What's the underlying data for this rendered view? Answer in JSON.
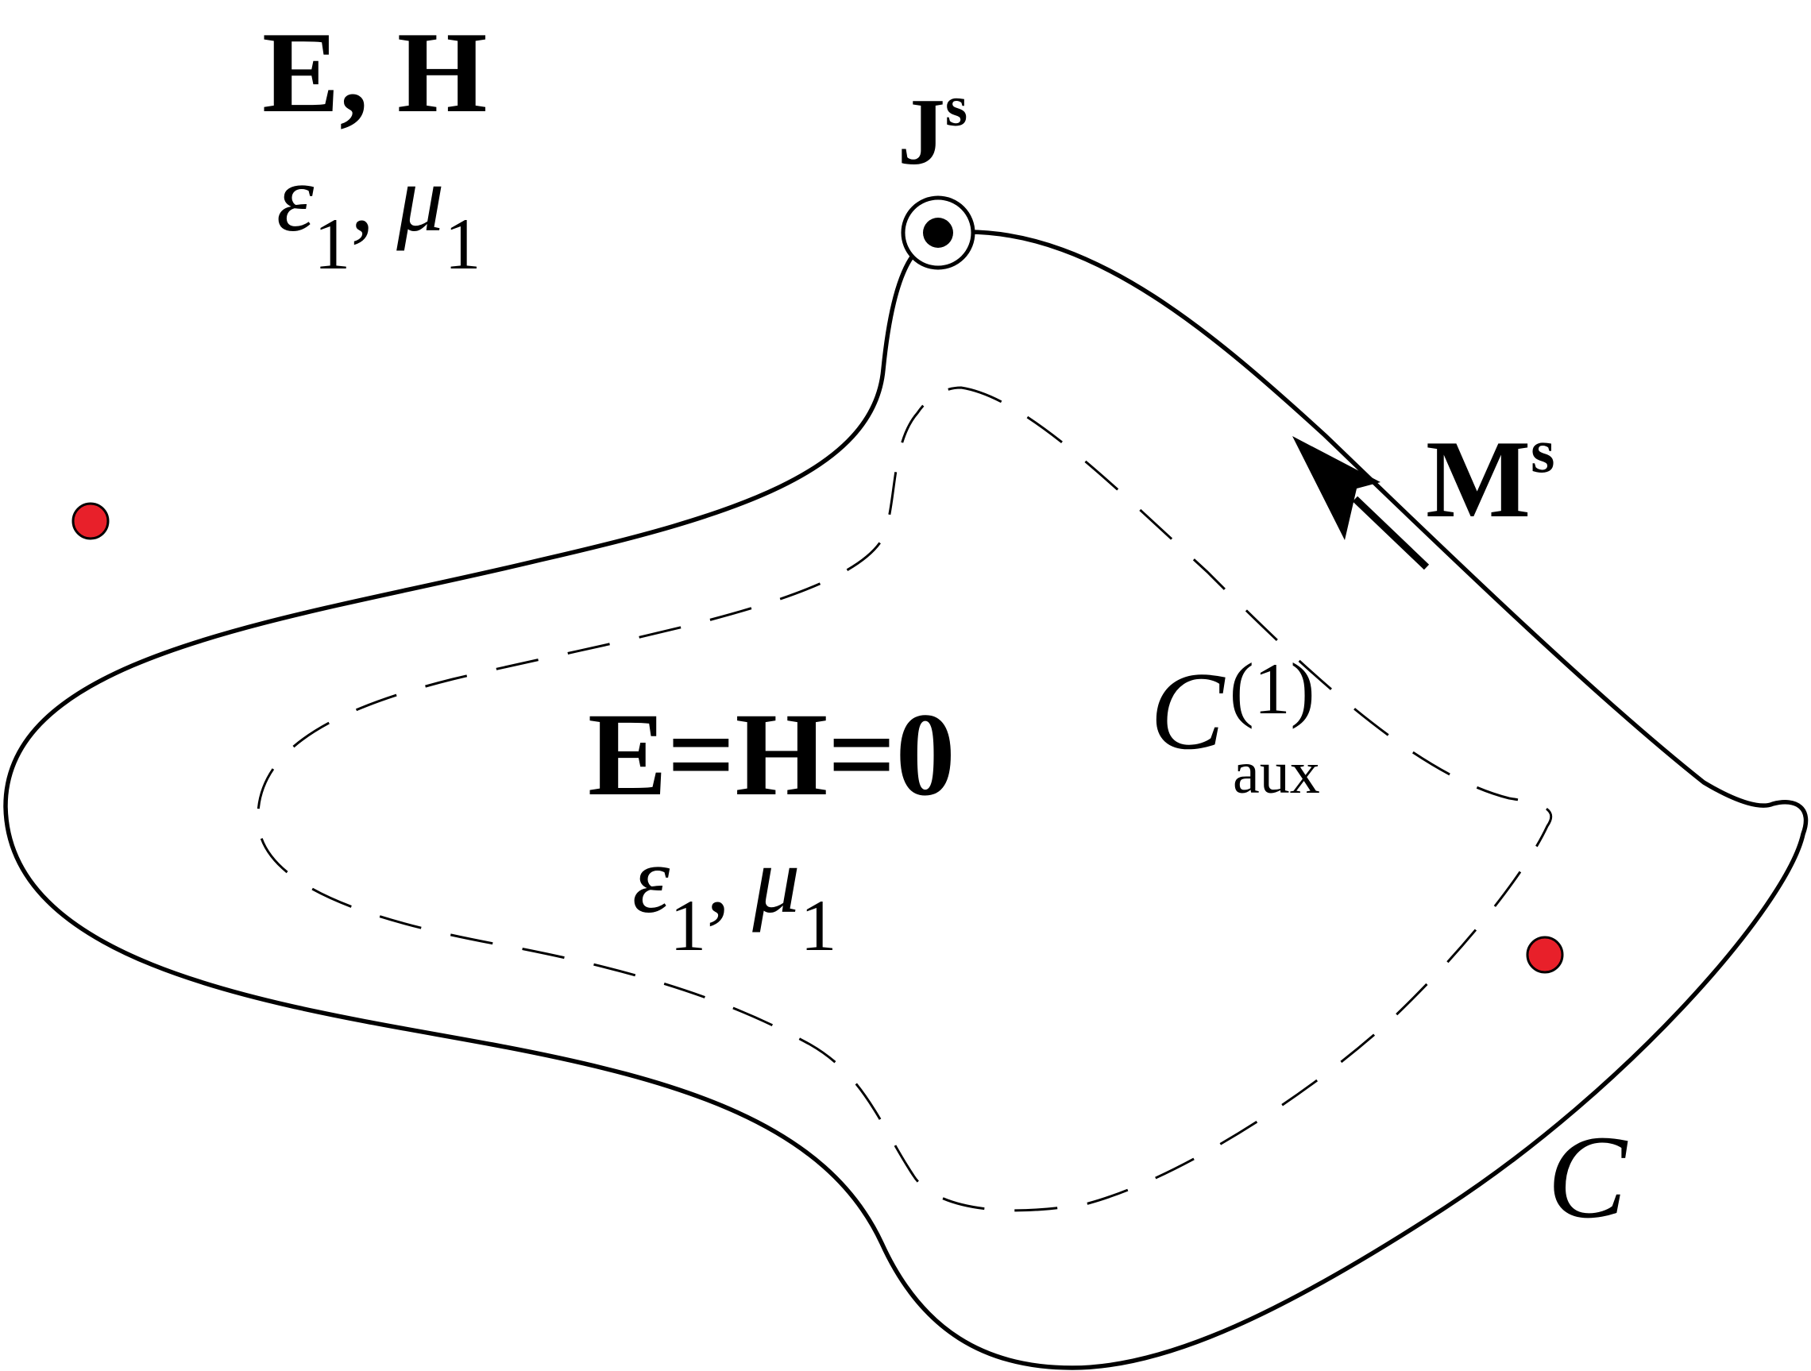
{
  "outer_region": {
    "fields": {
      "E": "E",
      "comma": ",",
      "H": "H"
    },
    "material": {
      "eps": "ε",
      "eps_sub": "1",
      "comma": ",",
      "mu": "μ",
      "mu_sub": "1"
    }
  },
  "inner_region": {
    "fields": {
      "text": "E=H=0"
    },
    "material": {
      "eps": "ε",
      "eps_sub": "1",
      "comma": ",",
      "mu": "μ",
      "mu_sub": "1"
    }
  },
  "sources": {
    "electric_current": {
      "symbol": "J",
      "superscript": "s"
    },
    "magnetic_current": {
      "symbol": "M",
      "superscript": "s"
    }
  },
  "contours": {
    "main": {
      "label": "C"
    },
    "auxiliary": {
      "symbol": "C",
      "superscript": "(1)",
      "subscript": "aux"
    }
  },
  "colors": {
    "stroke": "#000000",
    "marker_fill": "#e8202a",
    "background": "#ffffff"
  }
}
